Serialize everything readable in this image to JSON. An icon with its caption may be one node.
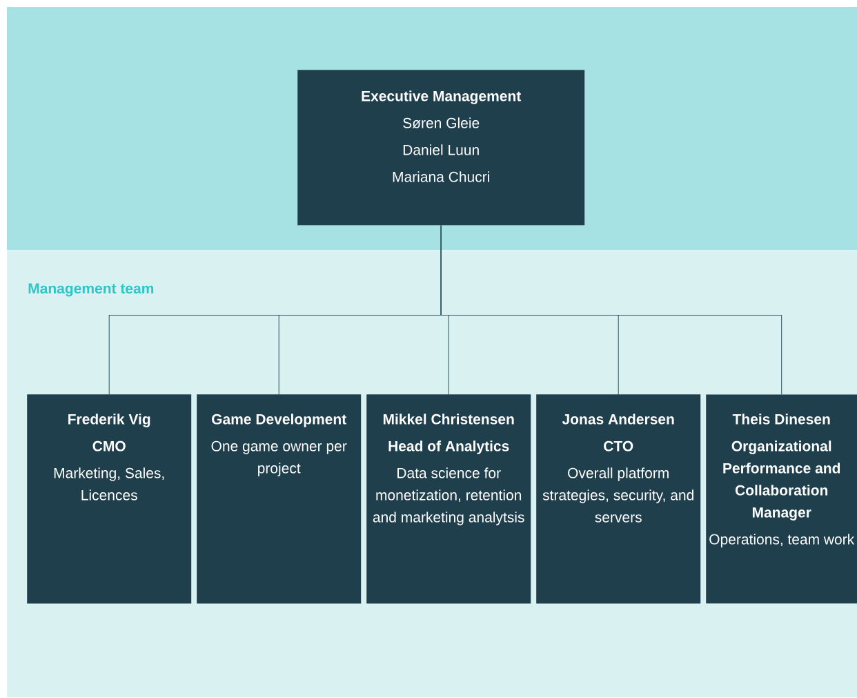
{
  "diagram": {
    "nodes": [
      {
        "text": [
          "Executive Management",
          "Søren Gleie",
          "Daniel Luun",
          "Mariana Chucri"
        ]
      },
      {
        "text": [
          "Management team"
        ]
      },
      {
        "text": [
          "Frederik Vig",
          "CMO",
          "Marketing, Sales, Licences"
        ],
        "in": 1
      },
      {
        "text": [
          "Game Development",
          "One game owner per project"
        ],
        "in": 1
      },
      {
        "text": [
          "Mikkel Christensen",
          "Head of Analytics",
          "Data science for monetization, retention and marketing analytsis"
        ],
        "in": 1
      },
      {
        "text": [
          "Jonas Andersen",
          "CTO",
          "Overall platform strategies, security, and servers"
        ],
        "in": 1
      },
      {
        "text": [
          "Theis Dinesen",
          "Organizational Performance and Collaboration Manager",
          "Operations, team work"
        ],
        "in": 1
      }
    ],
    "edges": [
      {
        "from": 0,
        "to": 2,
        "arrow": "none"
      },
      {
        "from": 0,
        "to": 3,
        "arrow": "none"
      },
      {
        "from": 0,
        "to": 4,
        "arrow": "none"
      },
      {
        "from": 0,
        "to": 5,
        "arrow": "none"
      },
      {
        "from": 0,
        "to": 6,
        "arrow": "none"
      }
    ]
  }
}
